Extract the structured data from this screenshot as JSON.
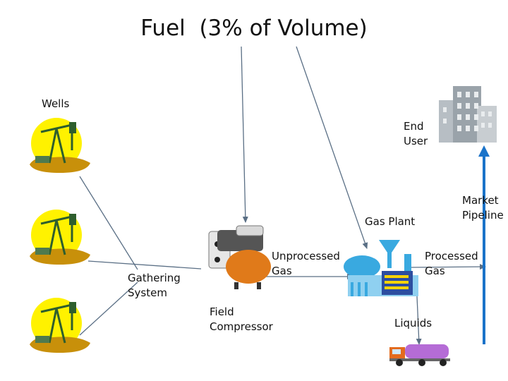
{
  "title": "Fuel  (3% of Volume)",
  "labels": {
    "wells": "Wells",
    "end_user": "End\nUser",
    "market_pipeline": "Market\nPipeline",
    "gas_plant": "Gas Plant",
    "unprocessed_gas": "Unprocessed\nGas",
    "processed_gas": "Processed\nGas",
    "gathering_system": "Gathering\nSystem",
    "field_compressor": "Field\nCompressor",
    "liquids": "Liquids"
  },
  "colors": {
    "well_sun": "#fff200",
    "oil_pool": "#c8900a",
    "pump_jack": "#2e5e2e",
    "compressor_body": "#e07a1a",
    "plant_blue": "#39a9e0",
    "pipeline_blue": "#1a73c9",
    "building_gray": "#9aa3aa",
    "truck_tank": "#b56cd6",
    "line_gray": "#5a6f85"
  }
}
